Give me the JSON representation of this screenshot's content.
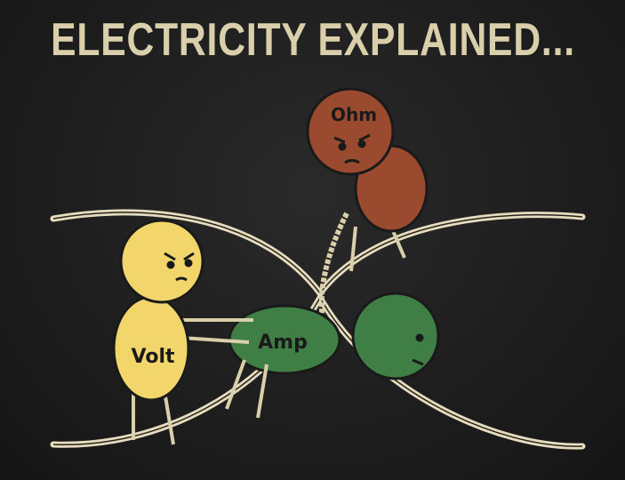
{
  "title": "ELECTRICITY EXPLAINED...",
  "characters": {
    "ohm": {
      "label": "Ohm",
      "color": "#9a4a2e"
    },
    "volt": {
      "label": "Volt",
      "color": "#f3d66b"
    },
    "amp": {
      "label": "Amp",
      "color": "#3f7f45"
    }
  },
  "colors": {
    "background": "#1d1d1d",
    "title": "#d9cfaa",
    "wire": "#e6dcc0",
    "outline": "#1a1a1a"
  }
}
